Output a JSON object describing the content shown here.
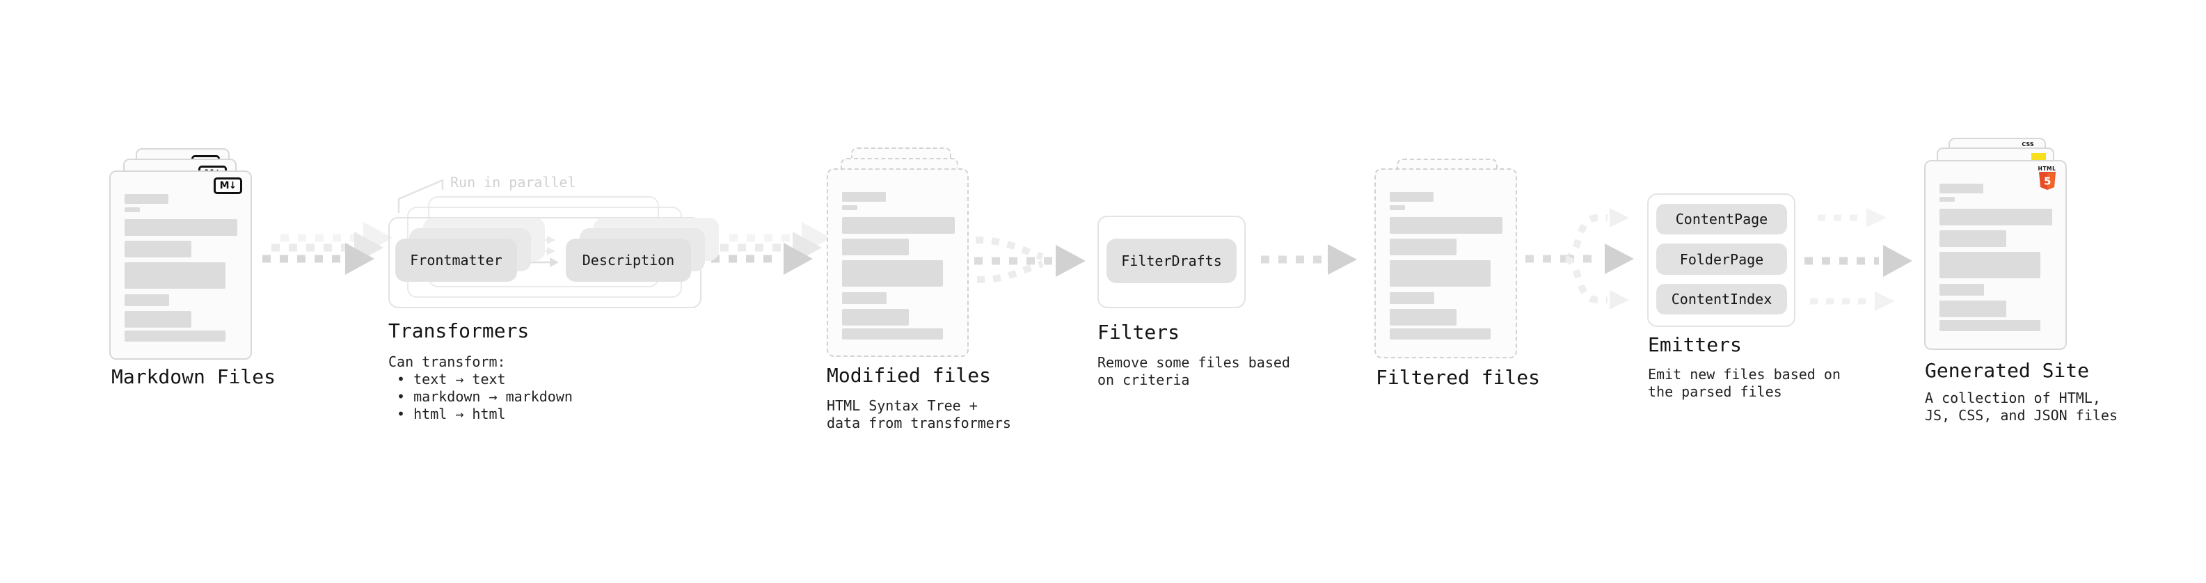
{
  "colors": {
    "ink": "#161616",
    "html-orange": "#e44d26",
    "html-orange-light": "#f16529",
    "js-yellow": "#f7df1e",
    "css-blue": "#2962f1"
  },
  "stages": {
    "markdown": {
      "title": "Markdown Files",
      "badge": "M↓"
    },
    "transformers": {
      "title": "Transformers",
      "note": "Run in parallel",
      "pill_a": "Frontmatter",
      "pill_b": "Description",
      "desc": "Can transform:\n • text → text\n • markdown → markdown\n • html → html"
    },
    "modified": {
      "title": "Modified files",
      "desc": "HTML Syntax Tree +\ndata from transformers"
    },
    "filters": {
      "title": "Filters",
      "pill": "FilterDrafts",
      "desc": "Remove some files based\non criteria"
    },
    "filtered": {
      "title": "Filtered files"
    },
    "emitters": {
      "title": "Emitters",
      "pill_a": "ContentPage",
      "pill_b": "FolderPage",
      "pill_c": "ContentIndex",
      "desc": "Emit new files based on\nthe parsed files"
    },
    "generated": {
      "title": "Generated Site",
      "desc": "A collection of HTML,\nJS, CSS, and JSON files",
      "badge_html_label": "HTML",
      "badge_html_number": "5",
      "badge_css": "CSS"
    }
  }
}
